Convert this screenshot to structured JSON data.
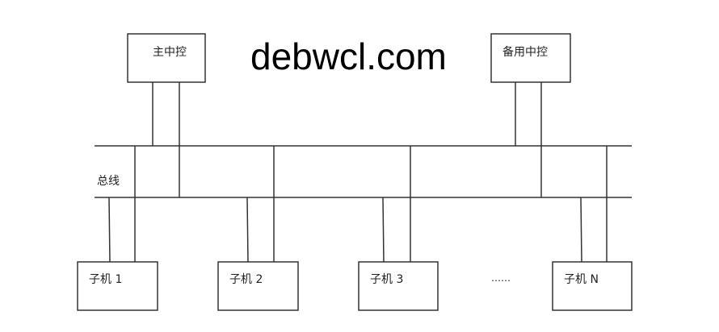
{
  "nodes": {
    "main_controller": "主中控",
    "backup_controller": "备用中控",
    "bus": "总线",
    "slaves": [
      "子机 1",
      "子机 2",
      "子机 3",
      "子机 N"
    ],
    "ellipsis": "……"
  },
  "watermark": "debwcl.com",
  "colors": {
    "line": "#333333"
  }
}
